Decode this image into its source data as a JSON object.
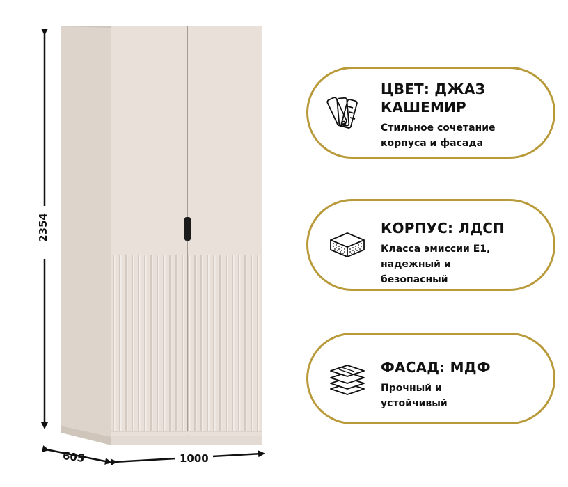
{
  "dimensions": {
    "height": "2354",
    "depth": "605",
    "width": "1000"
  },
  "features": [
    {
      "title_lines": [
        "ЦВЕТ: ДЖАЗ",
        "КАШЕМИР"
      ],
      "desc_lines": [
        "Стильное сочетание",
        "корпуса и фасада"
      ],
      "icon": "color-swatch-fan-icon"
    },
    {
      "title_lines": [
        "КОРПУС: ЛДСП"
      ],
      "desc_lines": [
        "Класса эмиссии Е1,",
        "надежный и",
        "безопасный"
      ],
      "icon": "particle-board-icon"
    },
    {
      "title_lines": [
        "ФАСАД: МДФ"
      ],
      "desc_lines": [
        "Прочный и",
        "устойчивый"
      ],
      "icon": "layered-board-icon"
    }
  ],
  "colors": {
    "cabinet": "#e7dfd8",
    "cabinet_shadow": "#d3c9c0",
    "pill_border": "#b99a3a",
    "handle": "#1b1b1b"
  }
}
